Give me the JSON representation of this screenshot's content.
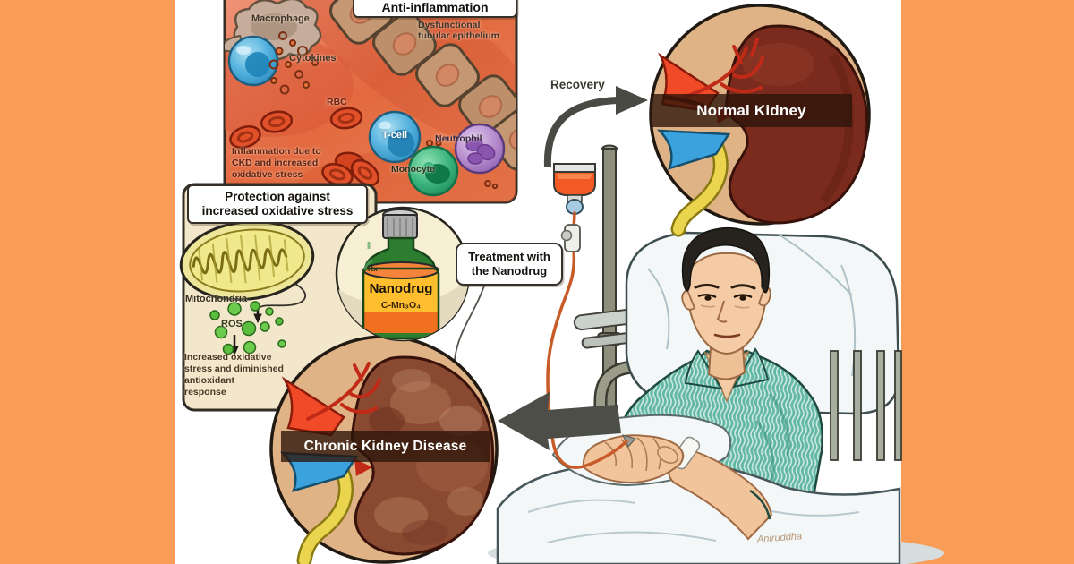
{
  "panels": {
    "anti_inflammation": {
      "title": "Anti-inflammation",
      "macrophage_label": "Macrophage",
      "cytokines_label": "Cytokines",
      "epithelium_lines": [
        "Dysfunctional",
        "tubular epithelium"
      ],
      "rbc_label": "RBC",
      "t_cell_label": "T-cell",
      "neutrophil_label": "Neutrophil",
      "monocyte_label": "Monocyte",
      "caption_lines": [
        "Inflammation due to",
        "CKD and increased",
        "oxidative stress"
      ]
    },
    "protection": {
      "title_lines": [
        "Protection against",
        "increased oxidative stress"
      ],
      "mitochondria_label": "Mitochondria",
      "ros_label": "ROS",
      "caption_lines": [
        "Increased oxidative",
        "stress and diminished",
        "antioxidant",
        "response"
      ]
    }
  },
  "nanodrug": {
    "rx": "Rx",
    "name": "Nanodrug",
    "formula": "C-Mn₃O₄",
    "treatment_lines": [
      "Treatment with",
      "the Nanodrug"
    ]
  },
  "flow": {
    "recovery_label": "Recovery"
  },
  "kidneys": {
    "normal_label": "Normal Kidney",
    "ckd_label": "Chronic Kidney Disease"
  },
  "signature": "Aniruddha",
  "colors": {
    "frame_orange": "#F89C57",
    "panel_salmon": "#E8744C",
    "panel_cream": "#F3E7CB",
    "circle_tan": "#E0B386",
    "normal_kidney": "#7A2B1D",
    "ckd_kidney": "#8A4931",
    "artery_red": "#F04A28",
    "vein_blue": "#3BA2DE",
    "ureter_yellow": "#EBD54F",
    "ros_green": "#5BBE3E",
    "bottle_green": "#2C7D30",
    "label_yellow": "#FFBE2E",
    "label_orange": "#F07020",
    "gown_teal": "#62B7A3",
    "arrow_gray": "#4E4E48",
    "iv_fluid": "#F25A24"
  }
}
